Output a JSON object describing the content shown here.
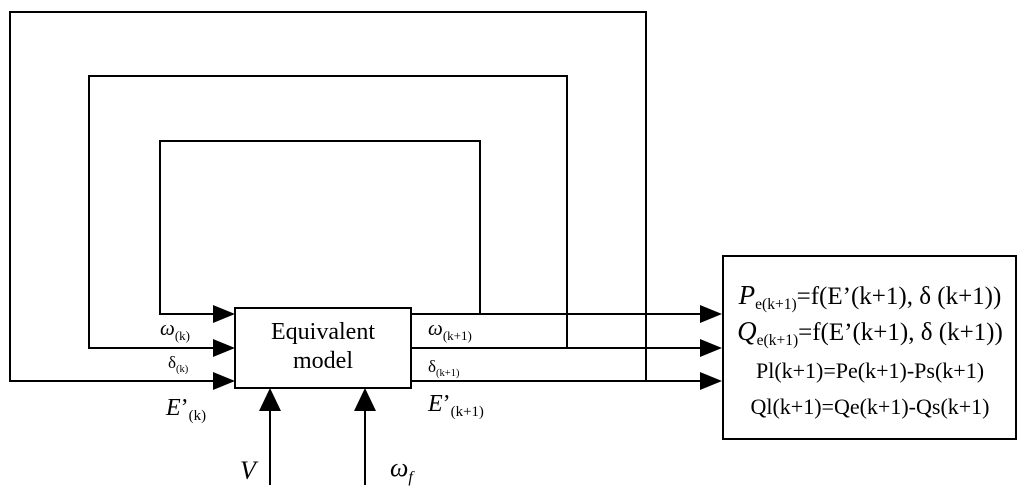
{
  "model": {
    "line1": "Equivalent",
    "line2": "model"
  },
  "inputs": {
    "omega_sym": "ω",
    "omega_sub": "(k)",
    "delta_sym": "δ",
    "delta_sub": "(k)",
    "e_sym": "E",
    "e_prime": "’",
    "e_sub": "(k)"
  },
  "outputs": {
    "omega_sym": "ω",
    "omega_sub": "(k+1)",
    "delta_sym": "δ",
    "delta_sub": "(k+1)",
    "e_sym": "E",
    "e_prime": "’",
    "e_sub": "(k+1)"
  },
  "bottom_inputs": {
    "v_label": "V",
    "wf_sym": "ω",
    "wf_sub": "f"
  },
  "equations": {
    "eq1": {
      "lhs_sym": "P",
      "lhs_sub": "e(k+1)",
      "rhs": "=f(E’(k+1), δ (k+1))"
    },
    "eq2": {
      "lhs_sym": "Q",
      "lhs_sub": "e(k+1)",
      "rhs": "=f(E’(k+1), δ (k+1))"
    },
    "eq3": {
      "text": "Pl(k+1)=Pe(k+1)-Ps(k+1)"
    },
    "eq4": {
      "text": "Ql(k+1)=Qe(k+1)-Qs(k+1)"
    }
  }
}
